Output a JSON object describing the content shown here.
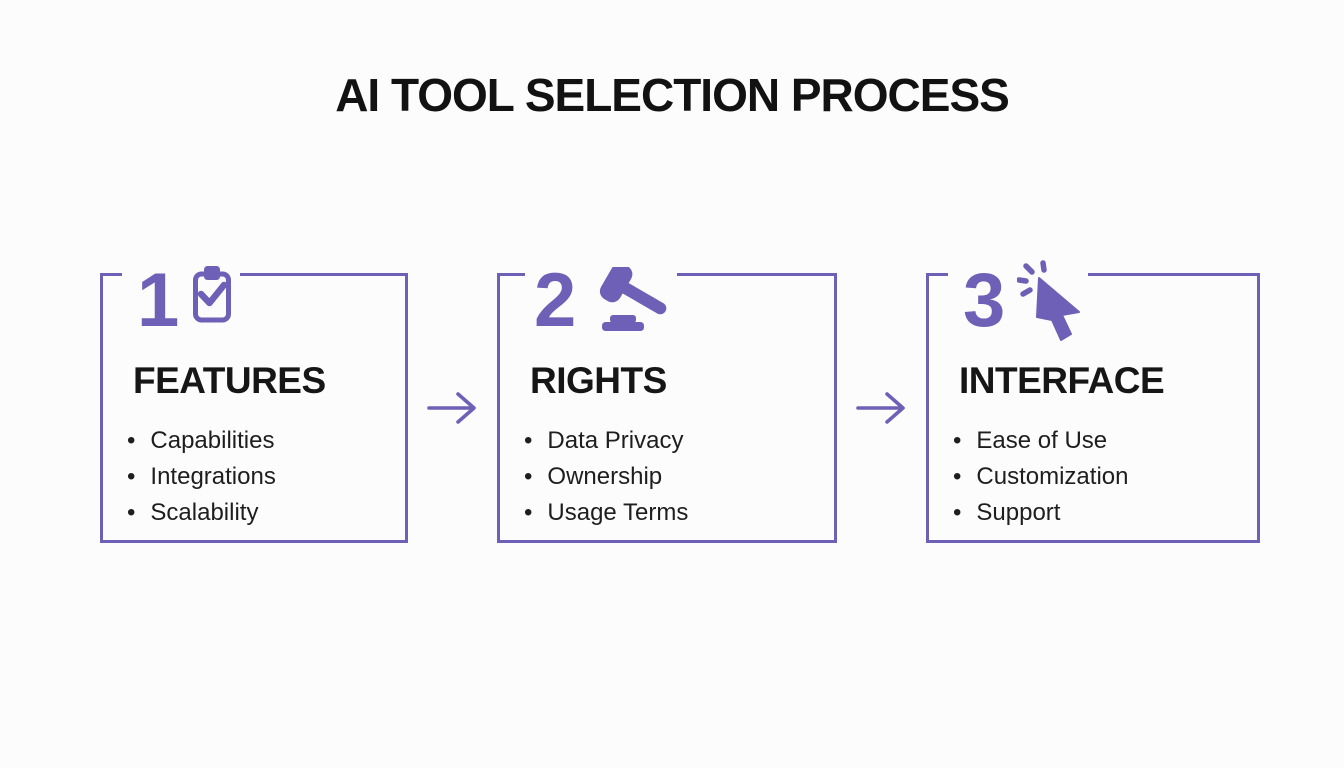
{
  "title": "AI TOOL SELECTION PROCESS",
  "colors": {
    "accent": "#6E60B6",
    "text": "#1a1a1a",
    "background": "#fcfcfc"
  },
  "steps": [
    {
      "number": "1",
      "icon": "clipboard-check-icon",
      "title": "FEATURES",
      "items": [
        "Capabilities",
        "Integrations",
        "Scalability"
      ]
    },
    {
      "number": "2",
      "icon": "gavel-icon",
      "title": "RIGHTS",
      "items": [
        "Data Privacy",
        "Ownership",
        "Usage Terms"
      ]
    },
    {
      "number": "3",
      "icon": "cursor-click-icon",
      "title": "INTERFACE",
      "items": [
        "Ease of Use",
        "Customization",
        "Support"
      ]
    }
  ]
}
